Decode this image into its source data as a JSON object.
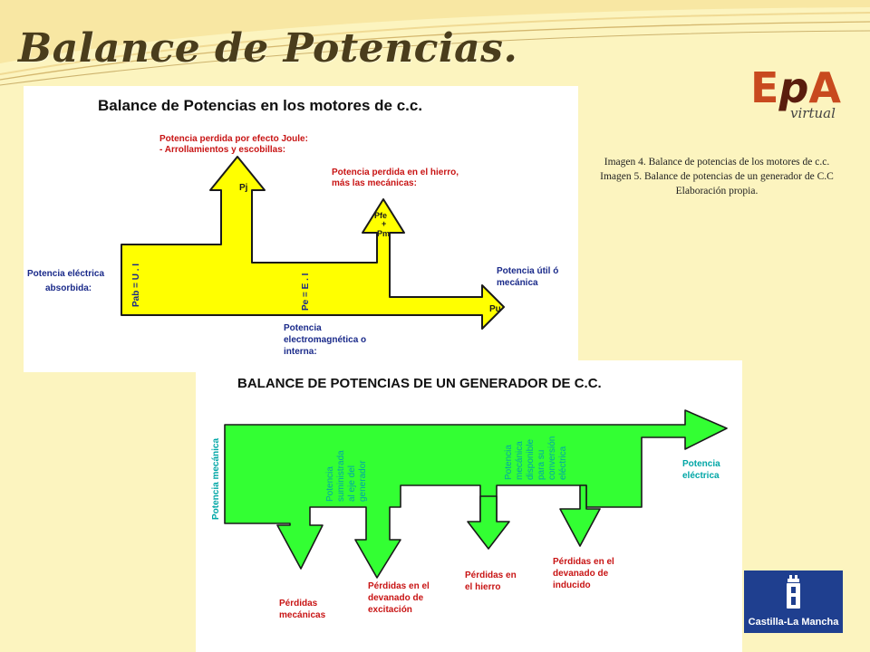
{
  "slide": {
    "title": "Balance de Potencias."
  },
  "logo": {
    "left": "E",
    "right": "A",
    "mark": "p",
    "word": "virtual"
  },
  "captions": [
    "Imagen 4. Balance de potencias de los motores de c.c.",
    "Imagen 5. Balance de potencias de un generador de C.C",
    "Elaboración propia."
  ],
  "motor": {
    "title": "Balance de Potencias en los motores de c.c.",
    "joule_label_1": "Potencia perdida por efecto Joule:",
    "joule_label_2": "- Arrollamientos y escobillas:",
    "iron_label_1": "Potencia perdida en el hierro,",
    "iron_label_2": "más las mecánicas:",
    "input_label_1": "Potencia eléctrica",
    "input_label_2": "absorbida:",
    "pab": "Pab = U . I",
    "pe": "Pe = E . I",
    "pj": "Pj",
    "pfe": "Pfe",
    "plus": "+",
    "pm": "Pm",
    "pu": "Pu",
    "useful_label_1": "Potencia útil ó",
    "useful_label_2": "mecánica",
    "em_label_1": "Potencia",
    "em_label_2": "electromagnética o",
    "em_label_3": "interna:",
    "colors": {
      "fill": "#ffff00",
      "stroke": "#1a1a1a"
    }
  },
  "generator": {
    "title": "BALANCE DE POTENCIAS DE UN GENERADOR DE C.C.",
    "input_label": "Potencia mecánica",
    "supplied_1": "Potencia",
    "supplied_2": "suministrada",
    "supplied_3": "al eje del",
    "supplied_4": "generador",
    "available_1": "Potencia",
    "available_2": "mecánica",
    "available_3": "disponible",
    "available_4": "para su",
    "available_5": "conversión",
    "available_6": "eléctrica",
    "output_1": "Potencia",
    "output_2": "eléctrica",
    "loss_mech_1": "Pérdidas",
    "loss_mech_2": "mecánicas",
    "loss_exc_1": "Pérdidas en el",
    "loss_exc_2": "devanado de",
    "loss_exc_3": "excitación",
    "loss_iron_1": "Pérdidas en",
    "loss_iron_2": "el hierro",
    "loss_ind_1": "Pérdidas en el",
    "loss_ind_2": "devanado de",
    "loss_ind_3": "inducido",
    "colors": {
      "fill": "#33ff33",
      "stroke": "#1a1a1a",
      "label": "#00a6a6",
      "loss": "#c81414"
    }
  },
  "seal": {
    "text": "Castilla-La Mancha",
    "icon": "castle-crest-icon"
  },
  "colors": {
    "background": "#fcf4bf",
    "title": "#4a3d1c"
  }
}
